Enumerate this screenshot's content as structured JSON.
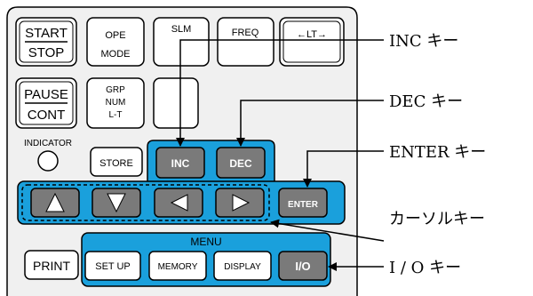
{
  "panel": {
    "keys": {
      "start": "START",
      "stop": "STOP",
      "ope": "OPE",
      "mode": "MODE",
      "slm": "SLM",
      "freq": "FREQ",
      "lt_arrows": "←LT→",
      "pause": "PAUSE",
      "cont": "CONT",
      "grp": "GRP",
      "num": "NUM",
      "lt": "L-T",
      "indicator": "INDICATOR",
      "store": "STORE",
      "inc": "INC",
      "dec": "DEC",
      "enter": "ENTER",
      "menu": "MENU",
      "print": "PRINT",
      "setup": "SET UP",
      "memory": "MEMORY",
      "display": "DISPLAY",
      "io": "I/O"
    },
    "arrow_icons": [
      "up-triangle-icon",
      "down-triangle-icon",
      "left-triangle-icon",
      "right-triangle-icon"
    ]
  },
  "callouts": {
    "inc": "INC キー",
    "dec": "DEC キー",
    "enter": "ENTER キー",
    "cursor": "カーソルキー",
    "io": "I / O キー"
  },
  "colors": {
    "highlight": "#1aa0dc",
    "dark_key": "#7a7a7a",
    "panel_bg": "#f0f0f0",
    "outline": "#000000"
  }
}
